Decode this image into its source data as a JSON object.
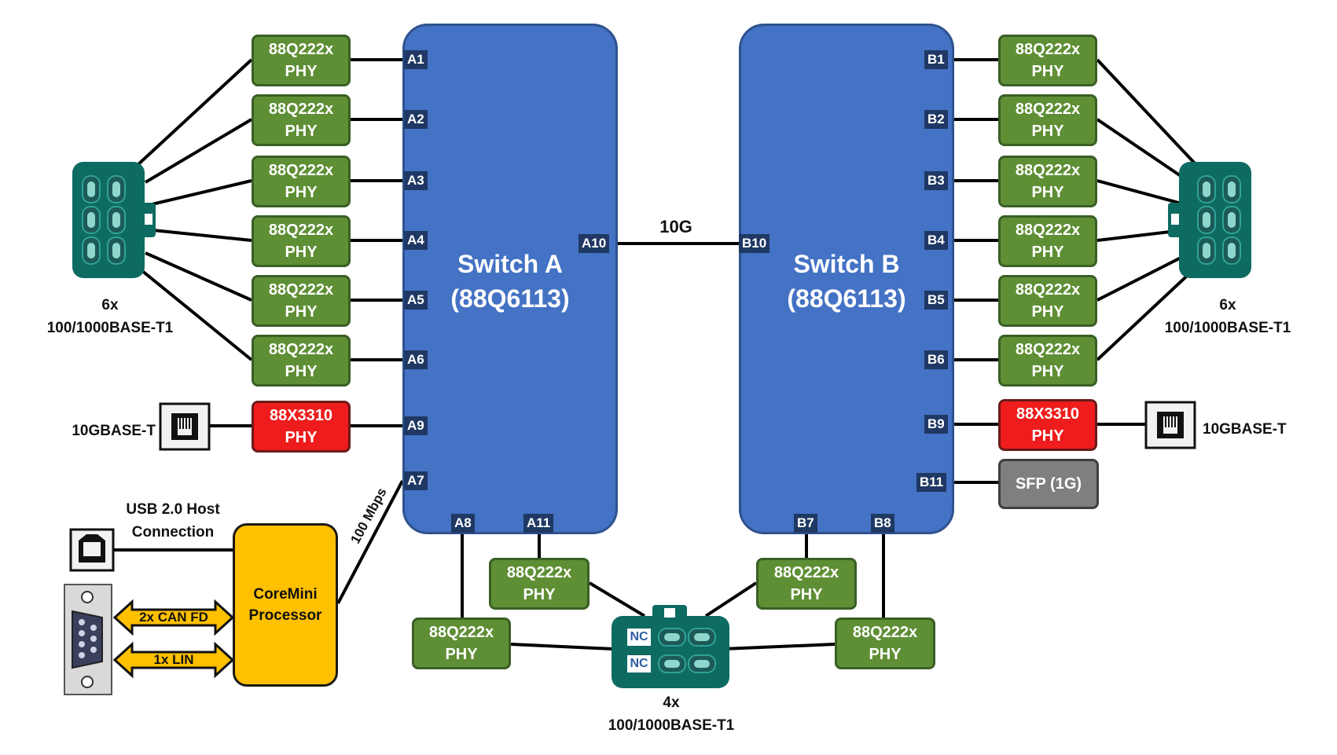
{
  "switches": {
    "a": {
      "title": "Switch A",
      "part": "(88Q6113)"
    },
    "b": {
      "title": "Switch B",
      "part": "(88Q6113)"
    }
  },
  "link_10g": "10G",
  "phy": {
    "t1_name": "88Q222x",
    "t1_type": "PHY",
    "tenG_name": "88X3310",
    "tenG_type": "PHY",
    "sfp": "SFP (1G)"
  },
  "ports_a": [
    "A1",
    "A2",
    "A3",
    "A4",
    "A5",
    "A6",
    "A9",
    "A7",
    "A8",
    "A11",
    "A10"
  ],
  "ports_b": [
    "B1",
    "B2",
    "B3",
    "B4",
    "B5",
    "B6",
    "B9",
    "B11",
    "B7",
    "B8",
    "B10"
  ],
  "left_connector": {
    "count": "6x",
    "standard": "100/1000BASE-T1"
  },
  "right_connector": {
    "count": "6x",
    "standard": "100/1000BASE-T1"
  },
  "bottom_connector": {
    "count": "4x",
    "standard": "100/1000BASE-T1",
    "pins": [
      "NC",
      "NC"
    ]
  },
  "tenG_left": "10GBASE-T",
  "tenG_right": "10GBASE-T",
  "usb": {
    "line1": "USB 2.0 Host",
    "line2": "Connection"
  },
  "processor": {
    "line1": "CoreMini",
    "line2": "Processor"
  },
  "processor_link": "100 Mbps",
  "can_link": "2x CAN FD",
  "lin_link": "1x LIN",
  "colors": {
    "switch": "#4472c4",
    "phy_t1": "#5f8f35",
    "phy_10g": "#ee1c1c",
    "sfp": "#7f7f7f",
    "processor": "#ffc000",
    "connector": "#0e6b62",
    "port_label": "#1f3864"
  }
}
